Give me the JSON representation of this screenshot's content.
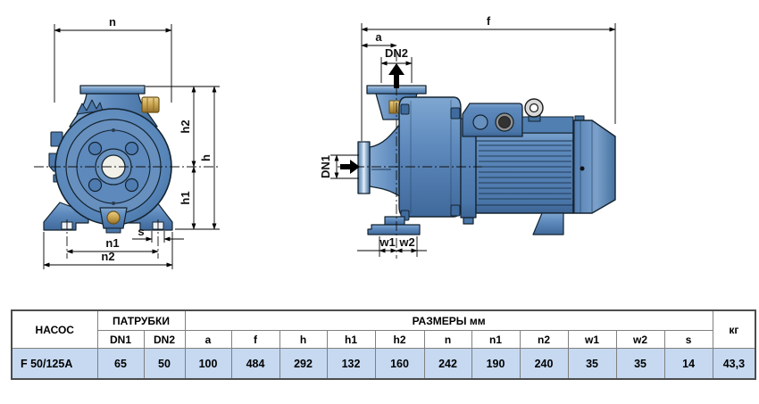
{
  "colors": {
    "pump_blue": "#5d89bc",
    "pump_blue_light": "#8fb3d8",
    "pump_blue_dark": "#3c689c",
    "outline": "#14232f",
    "brass": "#c9a44f",
    "table_row_bg": "#c6d9f1",
    "table_inner_border": "#808080",
    "table_outer_border": "#4d4d4d"
  },
  "front_view": {
    "dim_n": "n",
    "dim_h2": "h2",
    "dim_h": "h",
    "dim_h1": "h1",
    "dim_s": "s",
    "dim_n1": "n1",
    "dim_n2": "n2"
  },
  "side_view": {
    "dim_f": "f",
    "dim_a": "a",
    "dim_dn2": "DN2",
    "dim_dn1": "DN1",
    "dim_w1": "w1",
    "dim_w2": "w2"
  },
  "table": {
    "col_pump": "НАСОС",
    "col_ports": "ПАТРУБКИ",
    "col_dims": "РАЗМЕРЫ мм",
    "col_weight": "кг",
    "sub_dn1": "DN1",
    "sub_dn2": "DN2",
    "dim_headers": [
      "a",
      "f",
      "h",
      "h1",
      "h2",
      "n",
      "n1",
      "n2",
      "w1",
      "w2",
      "s"
    ],
    "row": {
      "model": "F 50/125A",
      "dn1": "65",
      "dn2": "50",
      "dims": [
        "100",
        "484",
        "292",
        "132",
        "160",
        "242",
        "190",
        "240",
        "35",
        "35",
        "14"
      ],
      "weight": "43,3"
    }
  }
}
